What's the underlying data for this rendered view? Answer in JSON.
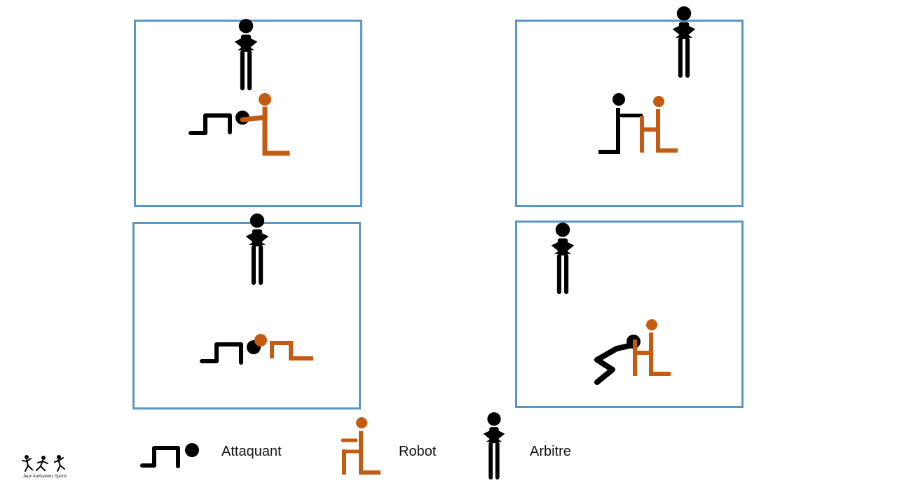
{
  "colors": {
    "attacker": "#000000",
    "robot": "#c55a11",
    "referee": "#000000",
    "panel_border": "#5b97c6"
  },
  "panels": [
    {
      "id": 1,
      "scene": "attacker-crawling-behind-standing-robot"
    },
    {
      "id": 2,
      "scene": "attacker-half-kneeling-behind-sitting-robot"
    },
    {
      "id": 3,
      "scene": "attacker-crawling-behind-crawling-robot"
    },
    {
      "id": 4,
      "scene": "attacker-lunging-behind-sitting-robot"
    }
  ],
  "legend": {
    "attacker_label": "Attaquant",
    "robot_label": "Robot",
    "referee_label": "Arbitre"
  },
  "logo": {
    "icon": "jeux-animations-sports-logo",
    "text": "Jeux Animations Sports"
  }
}
